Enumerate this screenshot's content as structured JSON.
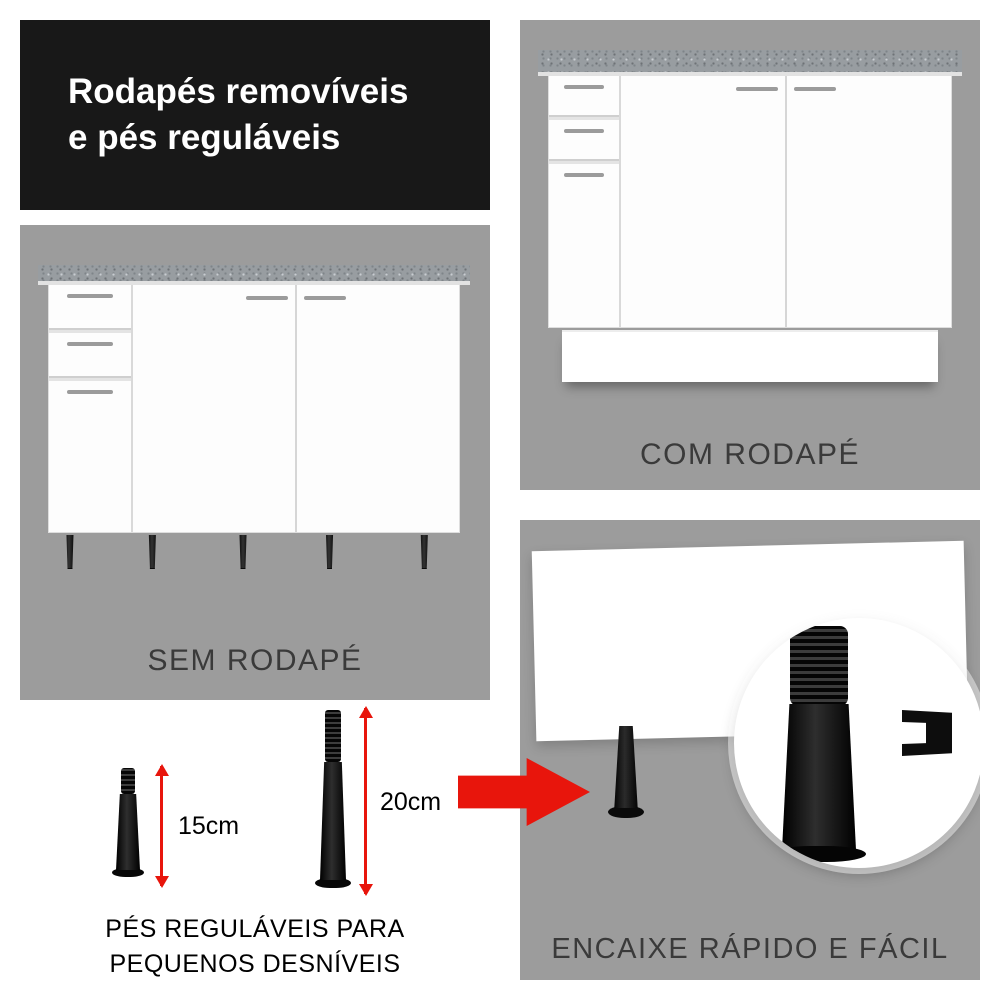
{
  "banner": {
    "line1": "Rodapés removíveis",
    "line2": "e pés reguláveis"
  },
  "panels": {
    "sem_rodape": {
      "label": "SEM RODAPÉ"
    },
    "com_rodape": {
      "label": "COM RODAPÉ"
    },
    "encaixe": {
      "label": "ENCAIXE RÁPIDO E FÁCIL"
    }
  },
  "feet": {
    "small": {
      "height_label": "15cm"
    },
    "large": {
      "height_label": "20cm"
    },
    "caption_line1": "PÉS REGULÁVEIS PARA",
    "caption_line2": "PEQUENOS DESNÍVEIS"
  },
  "icons": {
    "arrow_right": "red right-pointing arrow",
    "dimension_arrow": "red vertical double-headed measurement arrow"
  },
  "colors": {
    "banner_bg": "#181818",
    "panel_bg": "#9c9c9c",
    "accent_red": "#e8150c",
    "label_text": "#3a3a3a",
    "cabinet_white": "#fdfdfd"
  }
}
